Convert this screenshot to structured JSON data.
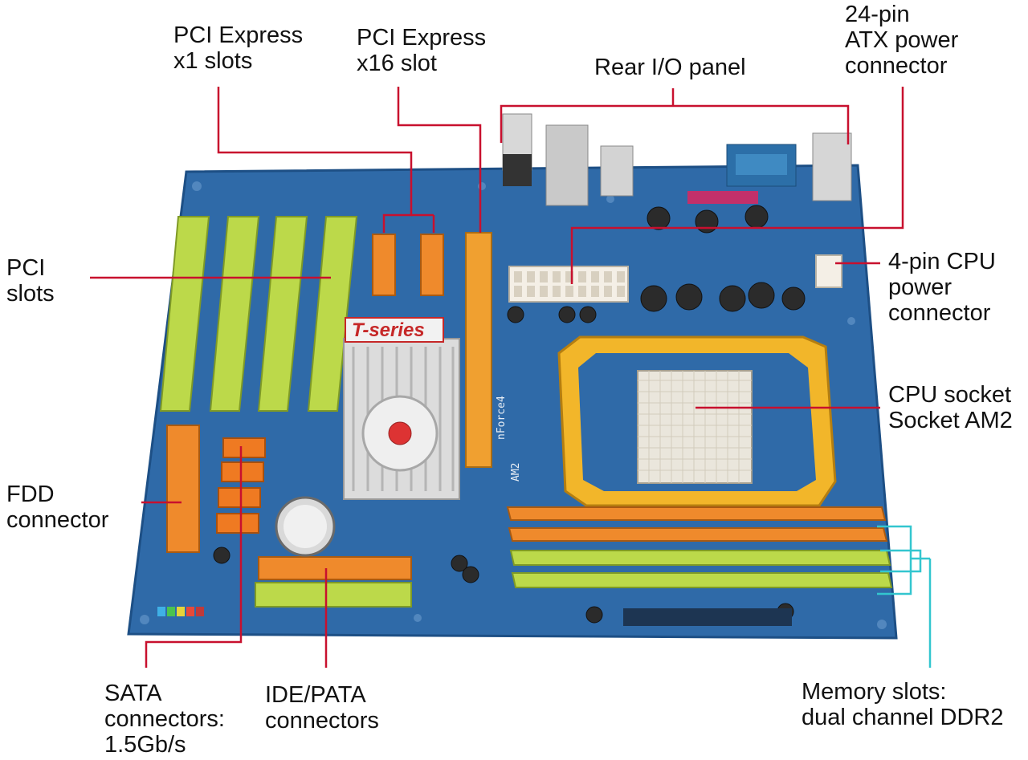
{
  "labels": {
    "pcie_x1": [
      "PCI Express",
      "x1 slots"
    ],
    "pcie_x16": [
      "PCI Express",
      "x16  slot"
    ],
    "rear_io": [
      "Rear I/O panel"
    ],
    "atx24": [
      "24-pin",
      "ATX power",
      "connector"
    ],
    "pci": [
      "PCI",
      "slots"
    ],
    "cpu4": [
      "4-pin CPU",
      "power",
      "connector"
    ],
    "cpu_socket": [
      "CPU socket",
      "Socket AM2"
    ],
    "fdd": [
      "FDD",
      "connector"
    ],
    "sata": [
      "SATA",
      "connectors:",
      "1.5Gb/s"
    ],
    "ide": [
      "IDE/PATA",
      "connectors"
    ],
    "memory": [
      "Memory slots:",
      "dual channel DDR2"
    ]
  },
  "board_text": {
    "brand": "T-series",
    "chipset": "nForce4",
    "platform": "AM2"
  },
  "colors": {
    "pcb": "#2f6aa8",
    "pci_slot": "#bcd94a",
    "pcie_slot": "#ef8a2c",
    "socket_frame": "#f2b62a",
    "leader_red": "#c8102e",
    "leader_cyan": "#33c6cf"
  }
}
